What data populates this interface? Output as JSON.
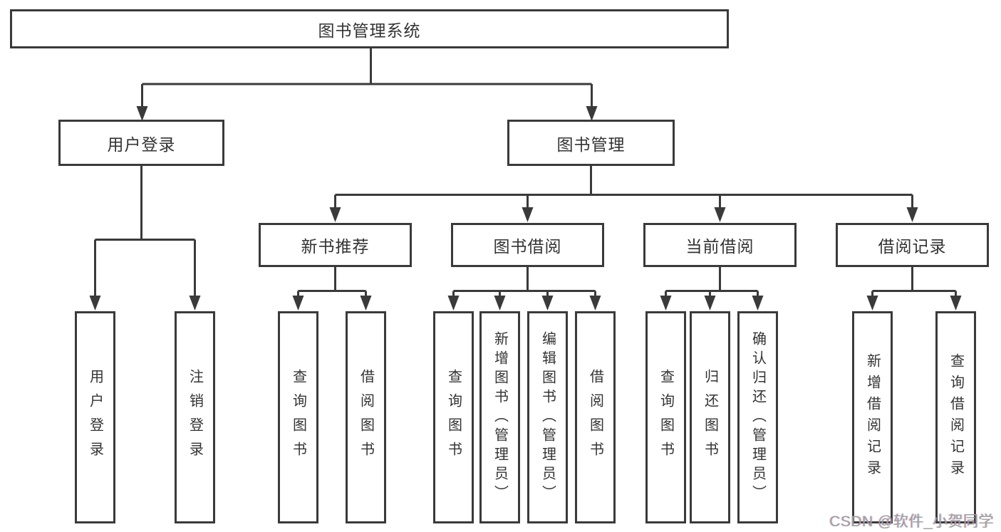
{
  "nodes": {
    "root": {
      "label": "图书管理系统"
    },
    "user_login": {
      "label": "用户登录"
    },
    "book_management": {
      "label": "图书管理"
    },
    "new_book_recommendation": {
      "label": "新书推荐"
    },
    "book_borrowing": {
      "label": "图书借阅"
    },
    "current_borrowing": {
      "label": "当前借阅"
    },
    "borrowing_records": {
      "label": "借阅记录"
    },
    "leaf_user_login": {
      "label": "用户登录"
    },
    "leaf_logout": {
      "label": "注销登录"
    },
    "leaf_rec_query_books": {
      "label": "查询图书"
    },
    "leaf_rec_borrow_books": {
      "label": "借阅图书"
    },
    "leaf_bor_query_books": {
      "label": "查询图书"
    },
    "leaf_bor_add_books_admin": {
      "label": "新增图书（管理员）"
    },
    "leaf_bor_edit_books_admin": {
      "label": "编辑图书（管理员）"
    },
    "leaf_bor_borrow_books": {
      "label": "借阅图书"
    },
    "leaf_cur_query_books": {
      "label": "查询图书"
    },
    "leaf_cur_return_books": {
      "label": "归还图书"
    },
    "leaf_cur_confirm_return_admin": {
      "label": "确认归还（管理员）"
    },
    "leaf_new_borrow_record": {
      "label": "新增借阅记录"
    },
    "leaf_query_borrow_record": {
      "label": "查询借阅记录"
    }
  },
  "watermark": "CSDN @软件_小贺同学",
  "colors": {
    "line": "#3a3a3a",
    "box_border": "#3a3a3a",
    "text": "#333333",
    "watermark": "#a0a0a0",
    "background": "#ffffff"
  }
}
